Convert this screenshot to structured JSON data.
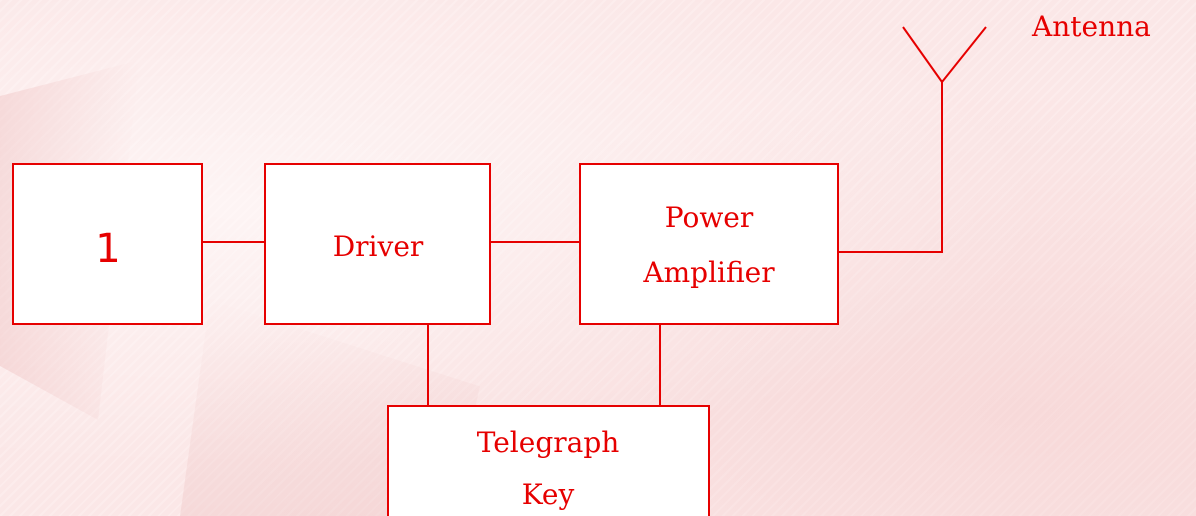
{
  "diagram": {
    "blocks": {
      "oscillator": {
        "label": "1"
      },
      "driver": {
        "label": "Driver"
      },
      "power_amplifier": {
        "line1": "Power",
        "line2": "Amplifier"
      },
      "telegraph_key": {
        "line1": "Telegraph",
        "line2": "Key"
      }
    },
    "antenna": {
      "label": "Antenna"
    },
    "colors": {
      "line": "#e60000",
      "text": "#e60000",
      "box_fill": "#ffffff",
      "background": "#fbe7e7"
    }
  }
}
